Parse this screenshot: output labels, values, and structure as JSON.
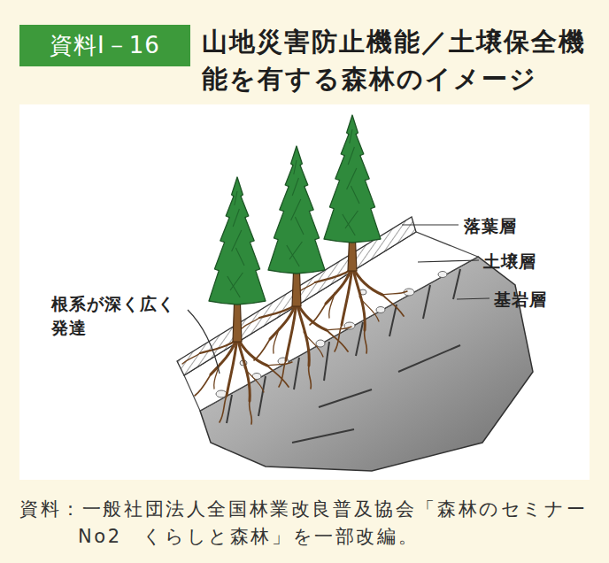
{
  "diagram": {
    "title": "山地災害防止機能／土壌保全機能を有する森林のイメージ",
    "caption": "資料：一般社団法人全国林業改良普及協会「森林のセミナー No2　くらしと森林」を一部改編。",
    "nodes": [
      {
        "text": [
          "資料Ⅰ－16"
        ]
      }
    ],
    "labels": [
      "落葉層",
      "土壌層",
      "基岩層",
      "根系が深く広く発達"
    ]
  }
}
